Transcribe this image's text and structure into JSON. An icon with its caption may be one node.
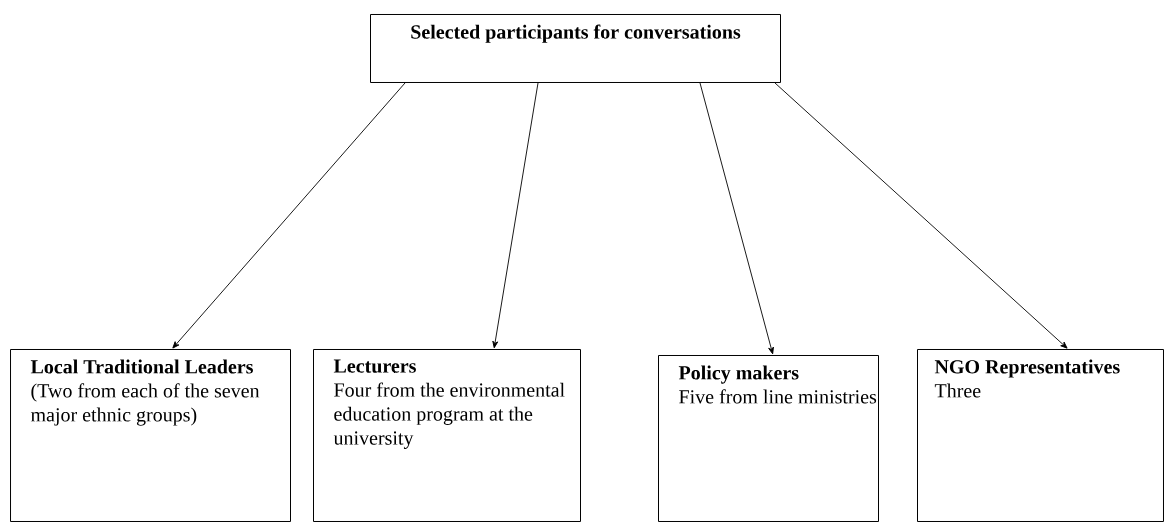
{
  "diagram": {
    "nodes": [
      {
        "text": [
          "Selected participants for conversations"
        ]
      },
      {
        "text": [
          "Local Traditional Leaders",
          "(Two from each of the seven major ethnic groups)"
        ]
      },
      {
        "text": [
          "Lecturers",
          "Four from the environmental education program at the university"
        ]
      },
      {
        "text": [
          "Policy makers",
          "Five from line ministries"
        ]
      },
      {
        "text": [
          "NGO Representatives",
          "Three"
        ]
      }
    ],
    "edges": [
      {
        "from": 0,
        "to": 1,
        "arrow": "to"
      },
      {
        "from": 0,
        "to": 2,
        "arrow": "to"
      },
      {
        "from": 0,
        "to": 3,
        "arrow": "to"
      },
      {
        "from": 0,
        "to": 4,
        "arrow": "to"
      }
    ]
  }
}
